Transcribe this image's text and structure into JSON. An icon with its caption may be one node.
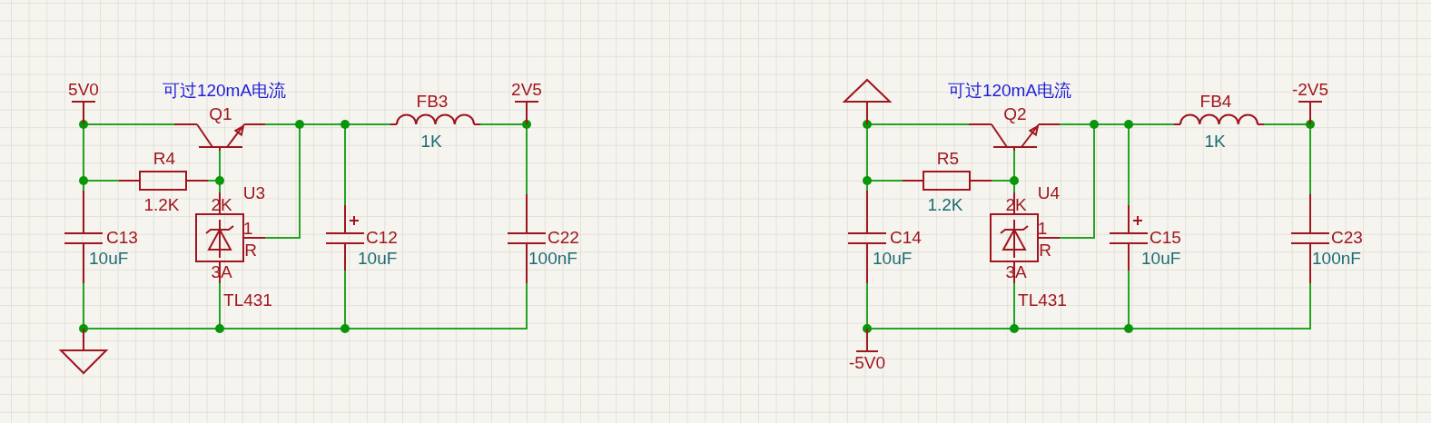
{
  "diagram": {
    "nodes": [
      {
        "text": [
          "5V0"
        ]
      },
      {
        "text": [],
        "shape": "transistor",
        "beside": [
          "Q1"
        ]
      },
      {
        "text": [],
        "shape": "resistor",
        "beside": [
          "R4",
          "1.2K"
        ]
      },
      {
        "text": [
          "U3",
          "2K",
          "1",
          "R",
          "3A"
        ],
        "beside": [
          "TL431"
        ]
      },
      {
        "text": [],
        "shape": "capacitor",
        "beside": [
          "C13",
          "10uF"
        ]
      },
      {
        "text": [],
        "shape": "capacitor",
        "beside": [
          "C12",
          "10uF"
        ]
      },
      {
        "text": [],
        "shape": "inductor",
        "beside": [
          "FB3",
          "1K"
        ]
      },
      {
        "text": [
          "2V5"
        ]
      },
      {
        "text": [],
        "shape": "capacitor",
        "beside": [
          "C22",
          "100nF"
        ]
      },
      {
        "text": [],
        "shape": "triangle"
      },
      {
        "text": [],
        "shape": "triangle"
      },
      {
        "text": [],
        "shape": "transistor",
        "beside": [
          "Q2"
        ]
      },
      {
        "text": [],
        "shape": "resistor",
        "beside": [
          "R5",
          "1.2K"
        ]
      },
      {
        "text": [
          "U4",
          "2K",
          "1",
          "R",
          "3A"
        ],
        "beside": [
          "TL431"
        ]
      },
      {
        "text": [],
        "shape": "capacitor",
        "beside": [
          "C14",
          "10uF"
        ]
      },
      {
        "text": [],
        "shape": "capacitor",
        "beside": [
          "C15",
          "10uF"
        ]
      },
      {
        "text": [],
        "shape": "inductor",
        "beside": [
          "FB4",
          "1K"
        ]
      },
      {
        "text": [
          "-2V5"
        ]
      },
      {
        "text": [],
        "shape": "capacitor",
        "beside": [
          "C23",
          "100nF"
        ]
      },
      {
        "text": [
          "-5V0"
        ]
      }
    ],
    "edges": [
      {
        "from": 0,
        "to": 1,
        "arrow": "none"
      },
      {
        "from": 0,
        "to": 2,
        "arrow": "none"
      },
      {
        "from": 0,
        "to": 4,
        "arrow": "none"
      },
      {
        "from": 2,
        "to": 1,
        "arrow": "none"
      },
      {
        "from": 3,
        "to": 1,
        "arrow": "none"
      },
      {
        "from": 1,
        "to": 3,
        "arrow": "none"
      },
      {
        "from": 1,
        "to": 5,
        "arrow": "none"
      },
      {
        "from": 1,
        "to": 6,
        "arrow": "none"
      },
      {
        "from": 6,
        "to": 7,
        "arrow": "none"
      },
      {
        "from": 6,
        "to": 8,
        "arrow": "none"
      },
      {
        "from": 4,
        "to": 9,
        "arrow": "none"
      },
      {
        "from": 3,
        "to": 9,
        "arrow": "none"
      },
      {
        "from": 5,
        "to": 9,
        "arrow": "none"
      },
      {
        "from": 8,
        "to": 9,
        "arrow": "none"
      },
      {
        "from": 10,
        "to": 11,
        "arrow": "none"
      },
      {
        "from": 10,
        "to": 12,
        "arrow": "none"
      },
      {
        "from": 10,
        "to": 14,
        "arrow": "none"
      },
      {
        "from": 12,
        "to": 11,
        "arrow": "none"
      },
      {
        "from": 13,
        "to": 11,
        "arrow": "none"
      },
      {
        "from": 11,
        "to": 13,
        "arrow": "none"
      },
      {
        "from": 11,
        "to": 15,
        "arrow": "none"
      },
      {
        "from": 11,
        "to": 16,
        "arrow": "none"
      },
      {
        "from": 16,
        "to": 17,
        "arrow": "none"
      },
      {
        "from": 16,
        "to": 18,
        "arrow": "none"
      },
      {
        "from": 14,
        "to": 19,
        "arrow": "none"
      },
      {
        "from": 13,
        "to": 19,
        "arrow": "none"
      },
      {
        "from": 15,
        "to": 19,
        "arrow": "none"
      },
      {
        "from": 18,
        "to": 19,
        "arrow": "none"
      }
    ],
    "labels": [
      "可过120mA电流",
      "可过120mA电流"
    ]
  }
}
